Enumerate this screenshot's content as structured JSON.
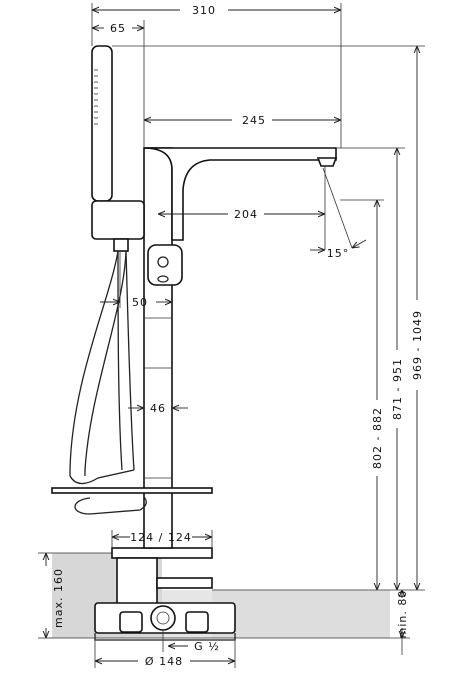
{
  "dimensions": {
    "overall_width": "310",
    "handshower_offset": "65",
    "spout_reach": "245",
    "spout_offset": "204",
    "spout_angle": "15°",
    "handle_width": "50",
    "column_width": "46",
    "inlet_spacing": "124 / 124",
    "max_floor": "max. 160",
    "min_floor": "min. 80",
    "total_height": "969 - 1049",
    "spout_height": "871 - 951",
    "outlet_height": "802 - 882",
    "base_diameter": "Ø 148",
    "thread": "G ½"
  },
  "colors": {
    "line": "#222222",
    "floor": "#d7d7d7"
  }
}
